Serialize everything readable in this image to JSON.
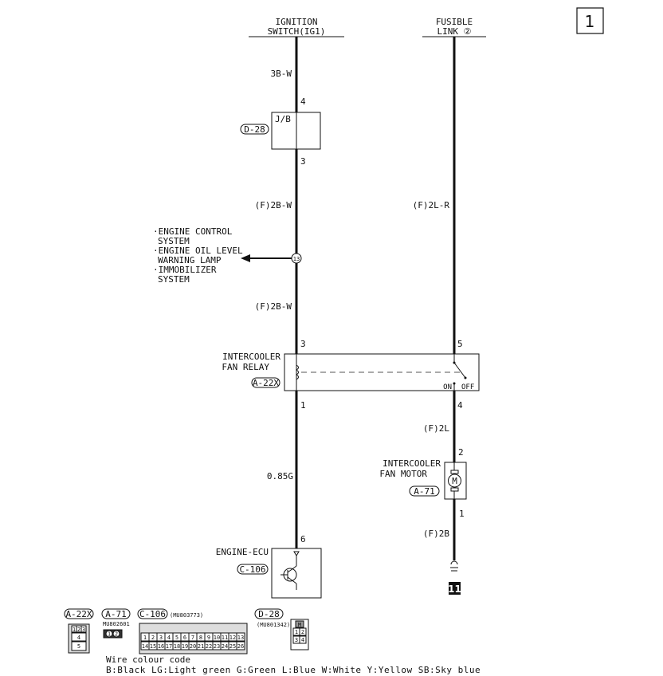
{
  "page_number": "1",
  "sources": {
    "ignition": [
      "IGNITION",
      "SWITCH(IG1)"
    ],
    "fusible": [
      "FUSIBLE",
      "LINK ②"
    ]
  },
  "left_circuit": {
    "wire1": "3B-W",
    "jb_pin_in": "4",
    "jb_label": "J/B",
    "jb_connector": "D-28",
    "jb_pin_out": "3",
    "wire2": "(F)2B-W",
    "junction": "13",
    "branch_targets": [
      "·ENGINE CONTROL",
      "SYSTEM",
      "·ENGINE OIL LEVEL",
      "WARNING LAMP",
      "·IMMOBILIZER",
      "SYSTEM"
    ],
    "wire3": "(F)2B-W",
    "relay_pin_in": "3",
    "relay_pin_out": "1",
    "wire4": "0.85G",
    "ecu_pin": "6",
    "ecu_label": "ENGINE-ECU",
    "ecu_connector": "C-106"
  },
  "right_circuit": {
    "wire1": "(F)2L-R",
    "relay_pin_in": "5",
    "relay_pin_out": "4",
    "wire2": "(F)2L",
    "motor_pin_in": "2",
    "motor_label": [
      "INTERCOOLER",
      "FAN MOTOR"
    ],
    "motor_symbol": "M",
    "motor_connector": "A-71",
    "motor_pin_out": "1",
    "wire3": "(F)2B",
    "ground": "11"
  },
  "relay": {
    "label": [
      "INTERCOOLER",
      "FAN RELAY"
    ],
    "connector": "A-22X",
    "on": "ON",
    "off": "OFF"
  },
  "connectors": {
    "a22x": {
      "name": "A-22X",
      "pins": [
        "1",
        "2",
        "3",
        "4",
        "5"
      ]
    },
    "a71": {
      "name": "A-71",
      "part": "MU802601",
      "pins": [
        "1",
        "2"
      ]
    },
    "c106": {
      "name": "C-106",
      "part": "(MU803773)",
      "pins": [
        "1",
        "2",
        "3",
        "4",
        "5",
        "6",
        "7",
        "8",
        "9",
        "10",
        "11",
        "12",
        "13",
        "14",
        "15",
        "16",
        "17",
        "18",
        "19",
        "20",
        "21",
        "22",
        "23",
        "24",
        "25",
        "26"
      ]
    },
    "d28": {
      "name": "D-28",
      "part": "(MU801342)",
      "pins": [
        "M",
        "1",
        "2",
        "3",
        "4"
      ]
    }
  },
  "wire_colour_code": {
    "title": "Wire colour code",
    "line": "B:Black  LG:Light green  G:Green  L:Blue  W:White  Y:Yellow  SB:Sky blue"
  }
}
